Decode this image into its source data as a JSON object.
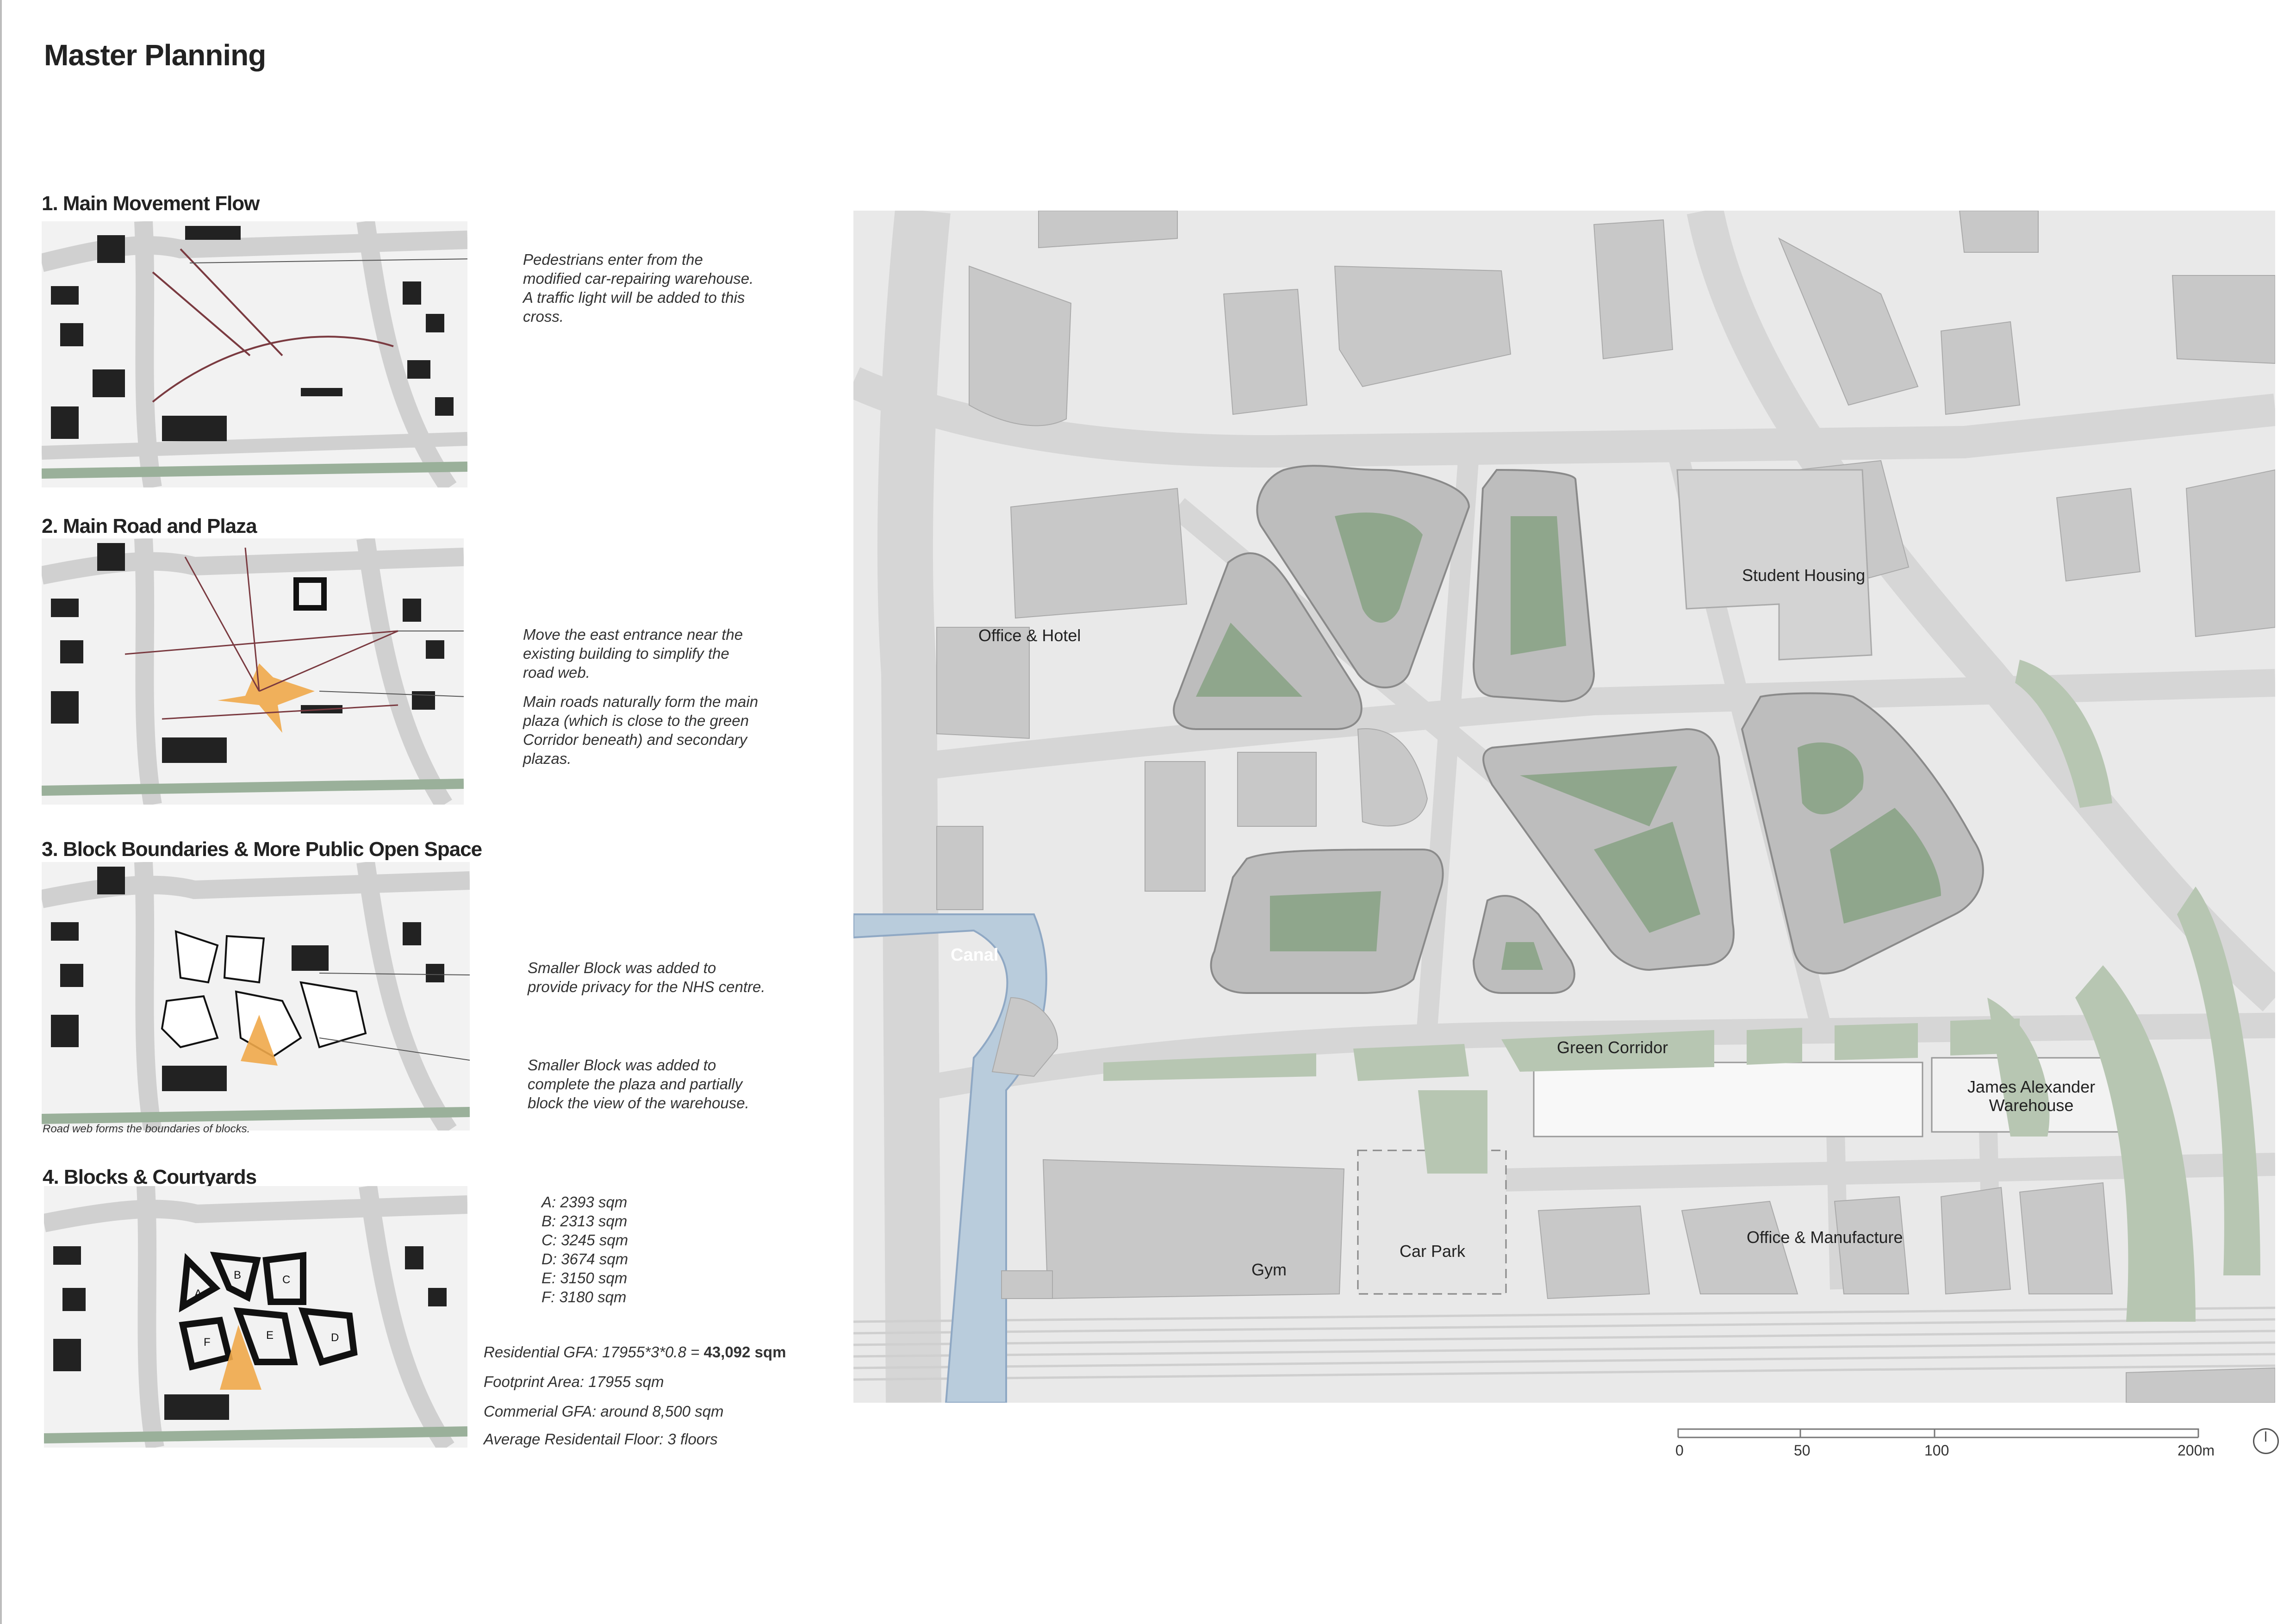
{
  "title": "Master Planning",
  "steps": [
    {
      "heading": "1.   Main Movement Flow",
      "notes": [
        "Pedestrians enter from the modified car-repairing warehouse. A traffic light will be added to this cross."
      ]
    },
    {
      "heading": "2. Main Road and Plaza",
      "notes": [
        "Move the east entrance near the existing building to simplify the road web.",
        "Main roads naturally form the main plaza (which is close to the green Corridor beneath) and secondary plazas."
      ]
    },
    {
      "heading": "3. Block Boundaries & More Public Open Space",
      "notes": [
        "Smaller Block was added to provide privacy for the NHS centre.",
        "Smaller Block was added to complete the plaza and partially block the view of the warehouse."
      ],
      "caption": "Road web forms the boundaries of blocks."
    },
    {
      "heading": "4. Blocks & Courtyards",
      "block_labels": [
        "A",
        "B",
        "C",
        "D",
        "E",
        "F"
      ],
      "areas": [
        "A: 2393 sqm",
        "B: 2313 sqm",
        "C: 3245 sqm",
        "D: 3674 sqm",
        "E: 3150 sqm",
        "F: 3180 sqm"
      ],
      "gfa_prefix": "Residential GFA: 17955*3*0.8 = ",
      "gfa_value": "43,092 sqm",
      "footprint": "Footprint Area: 17955 sqm",
      "commercial": "Commerial GFA: around 8,500 sqm",
      "floors": "Average Residentail Floor: 3 floors"
    }
  ],
  "site_plan": {
    "labels": {
      "office_hotel": "Office & Hotel",
      "student_housing": "Student Housing",
      "canal": "Canal",
      "green_corridor": "Green Corridor",
      "warehouse_line1": "James Alexander",
      "warehouse_line2": "Warehouse",
      "office_manufacture": "Office & Manufacture",
      "car_park": "Car Park",
      "gym": "Gym"
    },
    "colors": {
      "background": "#e6e6e6",
      "road": "#d4d4d4",
      "building": "#c8c8c8",
      "block_ring": "#bdbdbd",
      "courtyard": "#8fa68c",
      "green": "#b7c6b2",
      "canal": "#b9ccdc"
    }
  },
  "scale_bar": {
    "ticks": [
      "0",
      "50",
      "100",
      "200m"
    ]
  }
}
